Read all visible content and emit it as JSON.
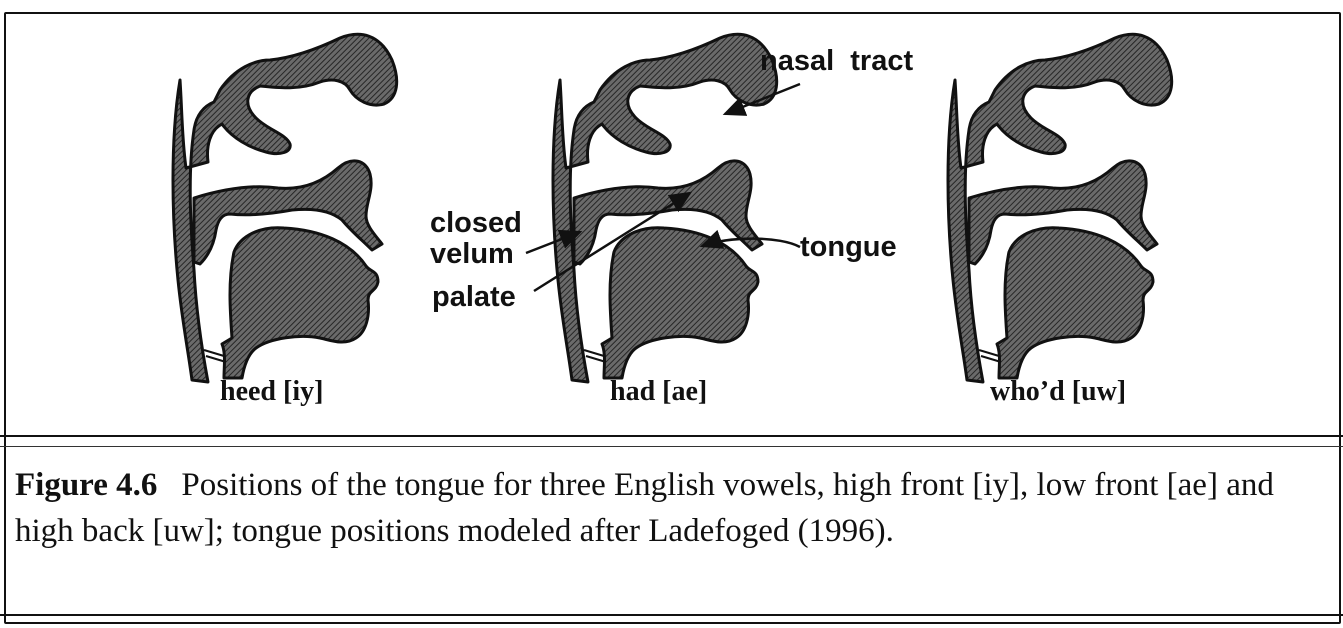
{
  "panels": [
    {
      "label": "heed [iy]",
      "vowel": "high front"
    },
    {
      "label": "had [ae]",
      "vowel": "low front"
    },
    {
      "label": "who’d [uw]",
      "vowel": "high back"
    }
  ],
  "annotations": {
    "nasal_tract": "nasal  tract",
    "closed_velum_line1": "closed",
    "closed_velum_line2": "velum",
    "palate": "palate",
    "tongue": "tongue"
  },
  "caption": {
    "figure_label": "Figure 4.6",
    "text": "Positions of the tongue for three English vowels, high front [iy], low front [ae] and high back [uw]; tongue positions modeled after Ladefoged (1996)."
  },
  "colors": {
    "ink": "#111111",
    "background": "#ffffff"
  }
}
